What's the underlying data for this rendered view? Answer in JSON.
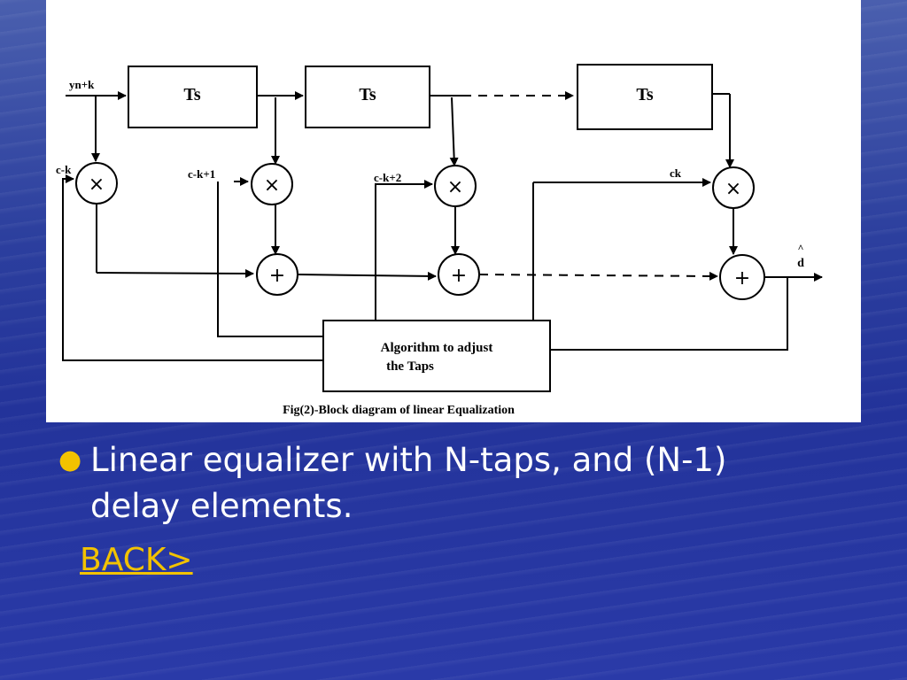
{
  "figure": {
    "input_label": "yn+k",
    "delay_labels": [
      "Ts",
      "Ts",
      "Ts"
    ],
    "tap_labels": [
      "c-k",
      "c-k+1",
      "c-k+2",
      "ck"
    ],
    "multiplier_symbol": "×",
    "adder_symbol": "+",
    "output_label": "d",
    "output_hat": "^",
    "algorithm_box": [
      "Algorithm to adjust",
      "the Taps"
    ],
    "caption": "Fig(2)-Block diagram of linear Equalization"
  },
  "bullet": {
    "line1": "Linear equalizer with N-taps, and (N-1)",
    "line2": "delay elements."
  },
  "back_link": "BACK>",
  "colors": {
    "accent": "#f2c200",
    "text": "#ffffff",
    "line": "#000000"
  }
}
